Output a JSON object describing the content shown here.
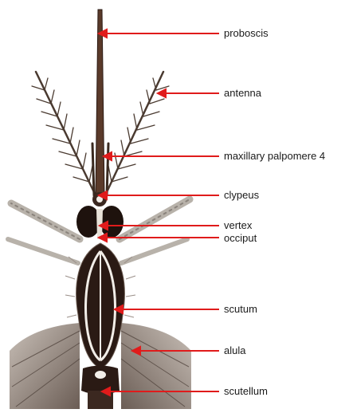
{
  "diagram": {
    "labels": {
      "proboscis": "proboscis",
      "antenna": "antenna",
      "maxillary_palpomere_4": "maxillary palpomere 4",
      "clypeus": "clypeus",
      "vertex": "vertex",
      "occiput": "occiput",
      "scutum": "scutum",
      "alula": "alula",
      "scutellum": "scutellum"
    },
    "colors": {
      "leader_line": "#e01b1b",
      "body_dark": "#2a1a14",
      "body_brown": "#5a3a2a",
      "scale_white": "#f2eee8",
      "wing_gray": "#9a8f88",
      "leg_gray": "#b8b2aa"
    }
  }
}
